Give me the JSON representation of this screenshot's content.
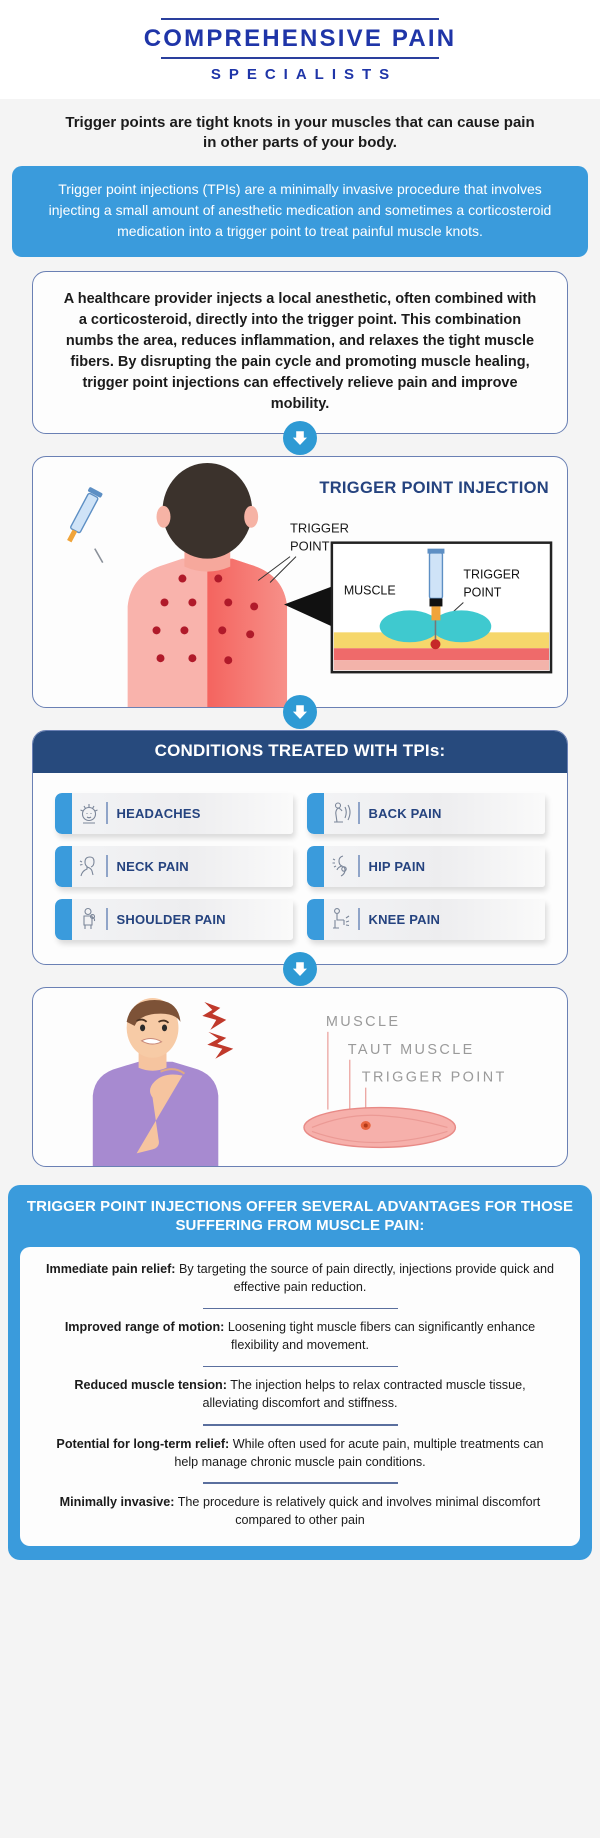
{
  "brand": {
    "line1": "COMPREHENSIVE PAIN",
    "line2": "SPECIALISTS"
  },
  "tagline": "Trigger points are tight knots in your muscles that can cause pain in other parts of your body.",
  "intro": "Trigger point injections (TPIs) are a minimally invasive procedure that involves injecting a small amount of anesthetic medication and sometimes a corticosteroid medication into a trigger point to treat painful muscle knots.",
  "description": "A healthcare provider injects a local anesthetic, often combined with a corticosteroid, directly into the trigger point. This combination numbs the area, reduces inflammation, and relaxes the tight muscle fibers. By disrupting the pain cycle and promoting muscle healing, trigger point injections can effectively relieve pain and improve mobility.",
  "injection": {
    "title": "TRIGGER POINT INJECTION",
    "label_trigger_point": "TRIGGER POINT",
    "inset_label_muscle": "MUSCLE",
    "inset_label_trigger_point": "TRIGGER POINT"
  },
  "conditions": {
    "header": "CONDITIONS TREATED WITH TPIs:",
    "items": [
      {
        "label": "HEADACHES",
        "icon": "headache-icon"
      },
      {
        "label": "BACK PAIN",
        "icon": "back-pain-icon"
      },
      {
        "label": "NECK PAIN",
        "icon": "neck-pain-icon"
      },
      {
        "label": "HIP PAIN",
        "icon": "hip-pain-icon"
      },
      {
        "label": "SHOULDER PAIN",
        "icon": "shoulder-pain-icon"
      },
      {
        "label": "KNEE PAIN",
        "icon": "knee-pain-icon"
      }
    ]
  },
  "muscle_diagram": {
    "label_muscle": "MUSCLE",
    "label_taut_muscle": "TAUT MUSCLE",
    "label_trigger_point": "TRIGGER POINT"
  },
  "advantages": {
    "title": "TRIGGER POINT INJECTIONS OFFER SEVERAL ADVANTAGES FOR THOSE SUFFERING FROM MUSCLE PAIN:",
    "items": [
      {
        "lead": "Immediate pain relief:",
        "text": " By targeting the source of pain directly, injections provide quick and effective pain reduction."
      },
      {
        "lead": "Improved range of motion:",
        "text": " Loosening tight muscle fibers can significantly enhance flexibility and movement."
      },
      {
        "lead": "Reduced muscle tension:",
        "text": " The injection helps to relax contracted muscle tissue, alleviating discomfort and stiffness."
      },
      {
        "lead": "Potential for long-term relief:",
        "text": " While often used for acute pain, multiple treatments can help manage chronic muscle pain conditions."
      },
      {
        "lead": "Minimally invasive:",
        "text": " The procedure is relatively quick and involves minimal discomfort compared to other pain"
      }
    ]
  },
  "colors": {
    "brand_blue": "#1f35a8",
    "accent_blue": "#3a9bdc",
    "dark_navy": "#274a7d",
    "card_border": "#6a80b4",
    "page_bg": "#f4f4f4"
  }
}
